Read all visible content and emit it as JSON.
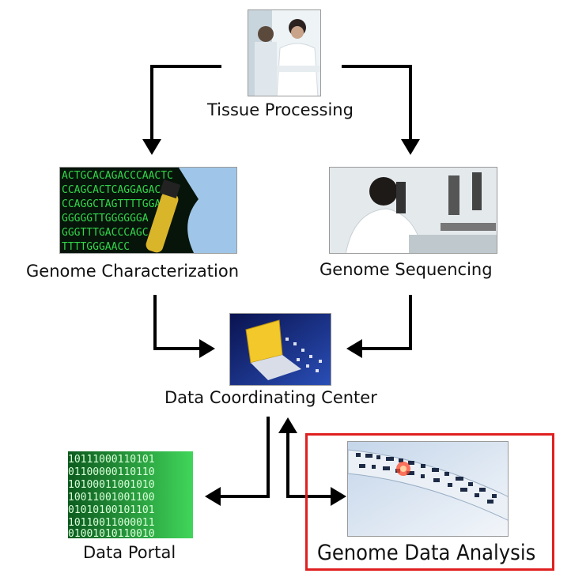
{
  "nodes": {
    "tissue_processing": {
      "label": "Tissue Processing",
      "image": "clinic-consultation-photo"
    },
    "genome_characterization": {
      "label": "Genome Characterization",
      "image": "dna-sequence-test-tube-photo"
    },
    "genome_sequencing": {
      "label": "Genome Sequencing",
      "image": "scientist-microscope-photo"
    },
    "data_coordinating_center": {
      "label": "Data Coordinating Center",
      "image": "laptop-data-stream-graphic"
    },
    "data_portal": {
      "label": "Data Portal",
      "image": "binary-code-graphic"
    },
    "genome_data_analysis": {
      "label": "Genome Data Analysis",
      "image": "barcode-gel-scan-graphic"
    }
  },
  "highlight": {
    "target": "genome_data_analysis",
    "color": "#e02020"
  },
  "colors": {
    "arrow": "#000000",
    "highlight_border": "#e02020"
  }
}
